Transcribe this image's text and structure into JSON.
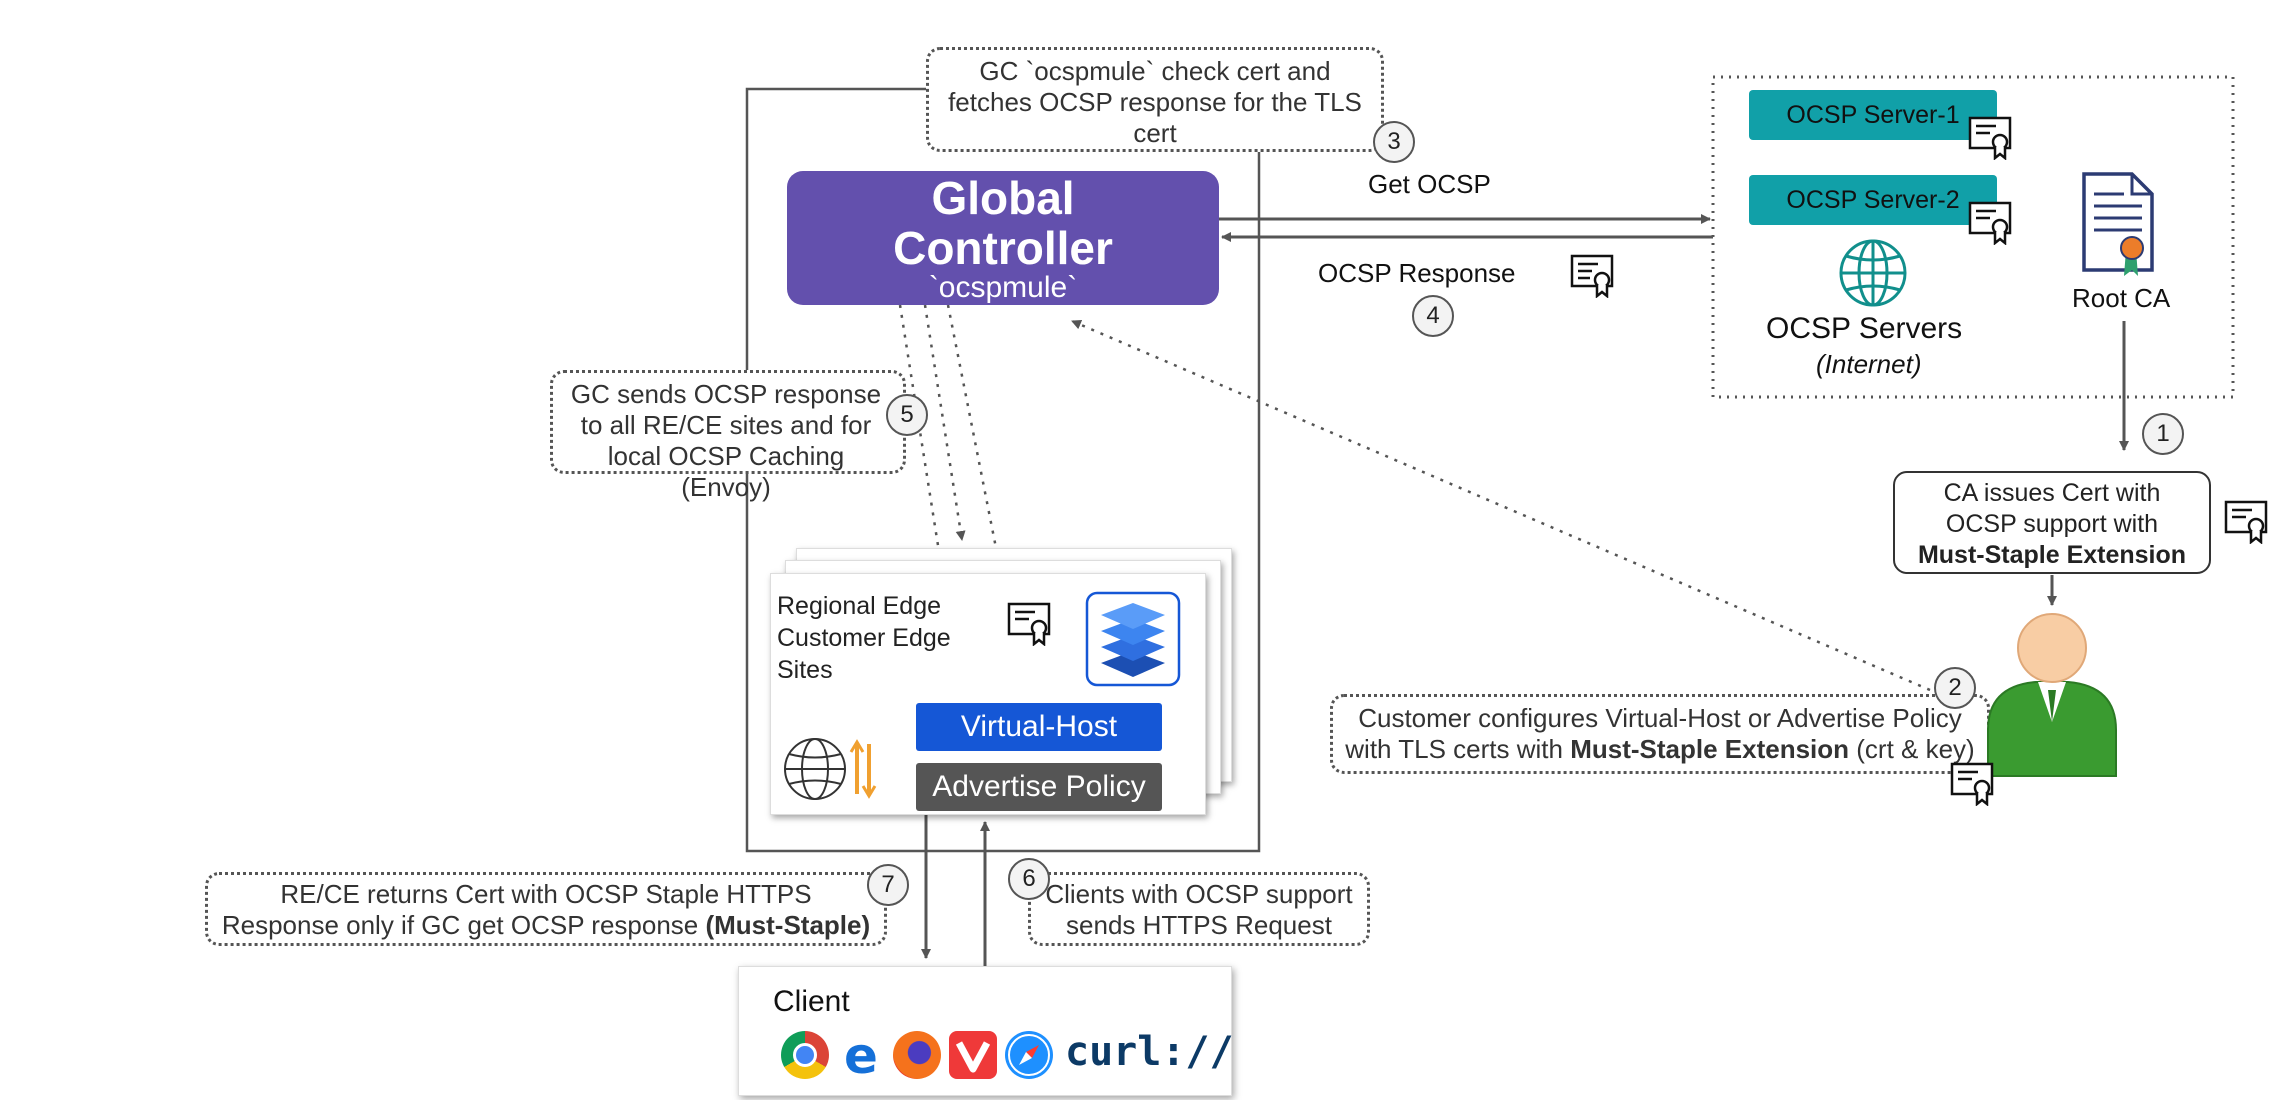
{
  "notes": {
    "gc_check": "GC `ocspmule` check cert and fetches OCSP response for the TLS cert",
    "gc_sends": "GC sends OCSP response to all RE/CE sites and for local OCSP Caching (Envoy)",
    "customer": {
      "line1": "Customer configures Virtual-Host or Advertise Policy",
      "line2_prefix": "with TLS certs with ",
      "line2_bold": "Must-Staple Extension",
      "line2_suffix": " (crt & key)"
    },
    "rece_returns": {
      "line1": "RE/CE returns Cert with OCSP Staple HTTPS",
      "line2_prefix": "Response only if GC get OCSP response ",
      "line2_bold": "(Must-Staple)"
    },
    "clients": "Clients with OCSP support sends HTTPS Request"
  },
  "steps": [
    "1",
    "2",
    "3",
    "4",
    "5",
    "6",
    "7"
  ],
  "global_controller": {
    "line1": "Global",
    "line2": "Controller",
    "line3": "`ocspmule`"
  },
  "arrows": {
    "get_ocsp": "Get OCSP",
    "ocsp_response": "OCSP Response"
  },
  "ocsp_group": {
    "server1": "OCSP Server-1",
    "server2": "OCSP Server-2",
    "title": "OCSP Servers",
    "subtitle": "(Internet)",
    "root_ca": "Root CA"
  },
  "ca_callout": {
    "line1": "CA issues Cert with",
    "line2": "OCSP support with",
    "line3": "Must-Staple Extension"
  },
  "sites": {
    "label_line1": "Regional Edge",
    "label_line2": "Customer Edge",
    "label_line3": "Sites",
    "virtual_host": "Virtual-Host",
    "advertise_policy": "Advertise Policy"
  },
  "client": {
    "title": "Client",
    "curl": "curl://"
  },
  "colors": {
    "gc_purple": "#6350ad",
    "ocsp_teal": "#11a0a8",
    "virtual_host_blue": "#1557d6",
    "advertise_gray": "#555555",
    "customer_green": "#3a9b30",
    "customer_skin": "#f8cda4"
  },
  "icons": [
    "certificate-icon",
    "globe-icon",
    "document-ribbon-icon",
    "person-icon",
    "layers-icon",
    "chrome-icon",
    "edge-icon",
    "firefox-icon",
    "vivaldi-icon",
    "safari-icon"
  ]
}
